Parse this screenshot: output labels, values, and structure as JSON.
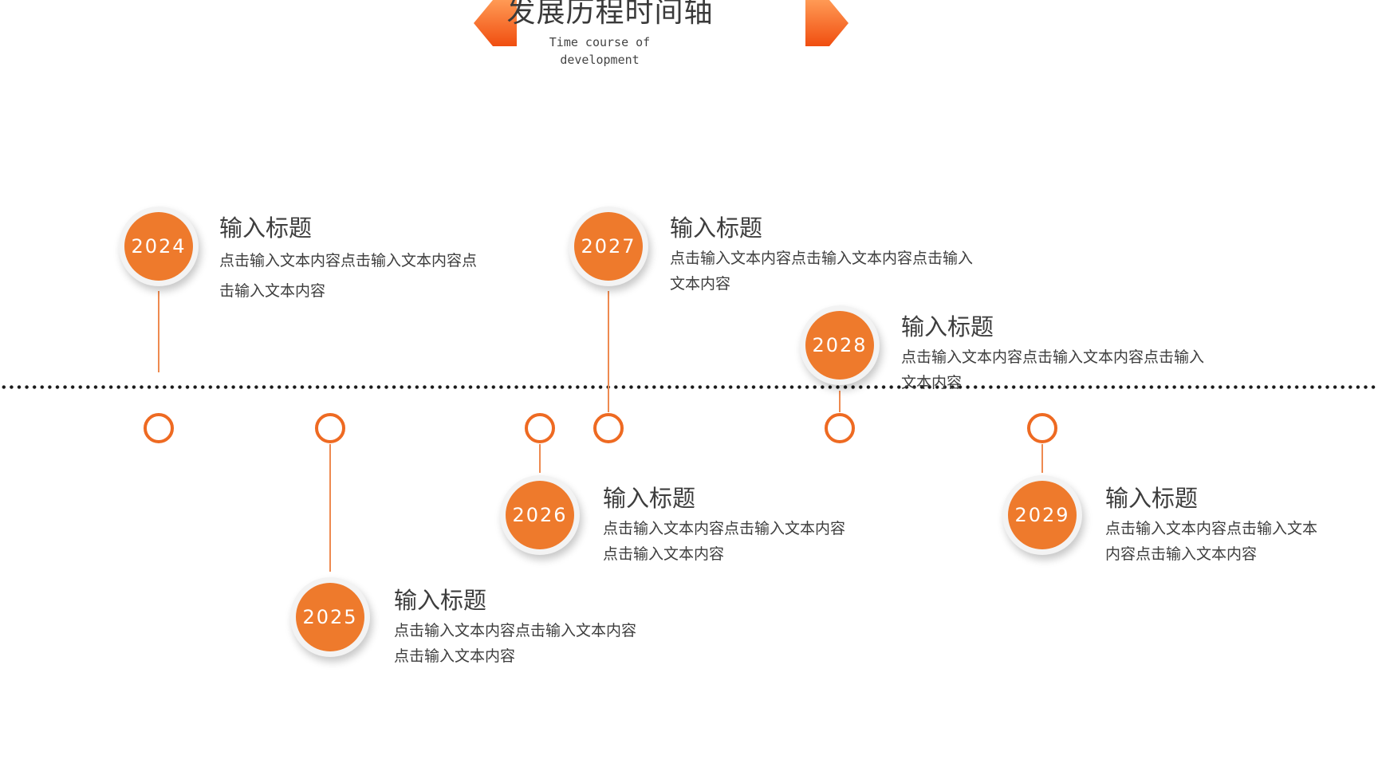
{
  "header": {
    "title": "发展历程时间轴",
    "subtitle": "Time course of development"
  },
  "colors": {
    "accent": "#ee7a2c",
    "accent_dark": "#ee6a22",
    "text": "#3d3d3d"
  },
  "events": [
    {
      "year": "2024",
      "title": "输入标题",
      "desc": "点击输入文本内容点击输入文本内容点击输入文本内容",
      "side": "above"
    },
    {
      "year": "2025",
      "title": "输入标题",
      "desc": "点击输入文本内容点击输入文本内容点击输入文本内容",
      "side": "below"
    },
    {
      "year": "2026",
      "title": "输入标题",
      "desc": "点击输入文本内容点击输入文本内容点击输入文本内容",
      "side": "below"
    },
    {
      "year": "2027",
      "title": "输入标题",
      "desc": "点击输入文本内容点击输入文本内容点击输入文本内容",
      "side": "above"
    },
    {
      "year": "2028",
      "title": "输入标题",
      "desc": "点击输入文本内容点击输入文本内容点击输入文本内容",
      "side": "above"
    },
    {
      "year": "2029",
      "title": "输入标题",
      "desc": "点击输入文本内容点击输入文本内容点击输入文本内容",
      "side": "below"
    }
  ]
}
